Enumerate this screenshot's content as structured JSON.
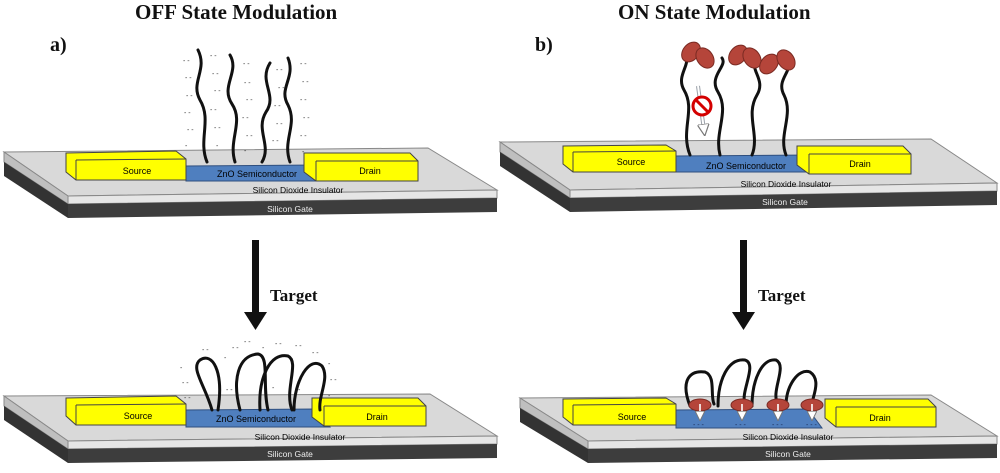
{
  "titles": {
    "left": "OFF State Modulation",
    "right": "ON State Modulation"
  },
  "panels": {
    "left_label": "a)",
    "right_label": "b)"
  },
  "arrow_label": "Target",
  "device": {
    "source": "Source",
    "drain": "Drain",
    "semiconductor": "ZnO Semiconductor",
    "insulator": "Silicon Dioxide Insulator",
    "gate": "Silicon Gate"
  },
  "colors": {
    "electrode": "#ffff00",
    "semiconductor": "#4f7fbf",
    "insulator": "#d9d9d9",
    "gate": "#3a3a3a",
    "target_molecule": "#b5453a",
    "strand": "#111111"
  }
}
